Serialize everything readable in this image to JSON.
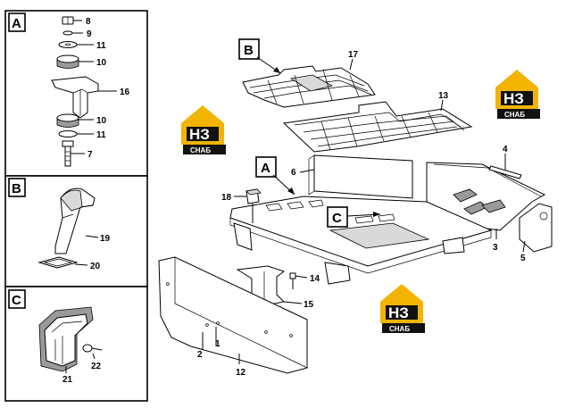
{
  "panels": {
    "a_label": "A",
    "b_label": "B",
    "c_label": "C"
  },
  "main_callouts": {
    "a_label": "A",
    "b_label": "B",
    "c_label": "C"
  },
  "part_numbers": {
    "p1": "1",
    "p2": "2",
    "p3": "3",
    "p4": "4",
    "p5": "5",
    "p6": "6",
    "p7": "7",
    "p8": "8",
    "p9": "9",
    "p10a": "10",
    "p10b": "10",
    "p11a": "11",
    "p11b": "11",
    "p12": "12",
    "p13": "13",
    "p14": "14",
    "p15": "15",
    "p16": "16",
    "p17": "17",
    "p18": "18",
    "p19": "19",
    "p20": "20",
    "p21": "21",
    "p22": "22"
  },
  "watermark": {
    "mark": "НЗ",
    "text": "СНАБ",
    "gold": "#f2b400",
    "dark": "#111111"
  }
}
